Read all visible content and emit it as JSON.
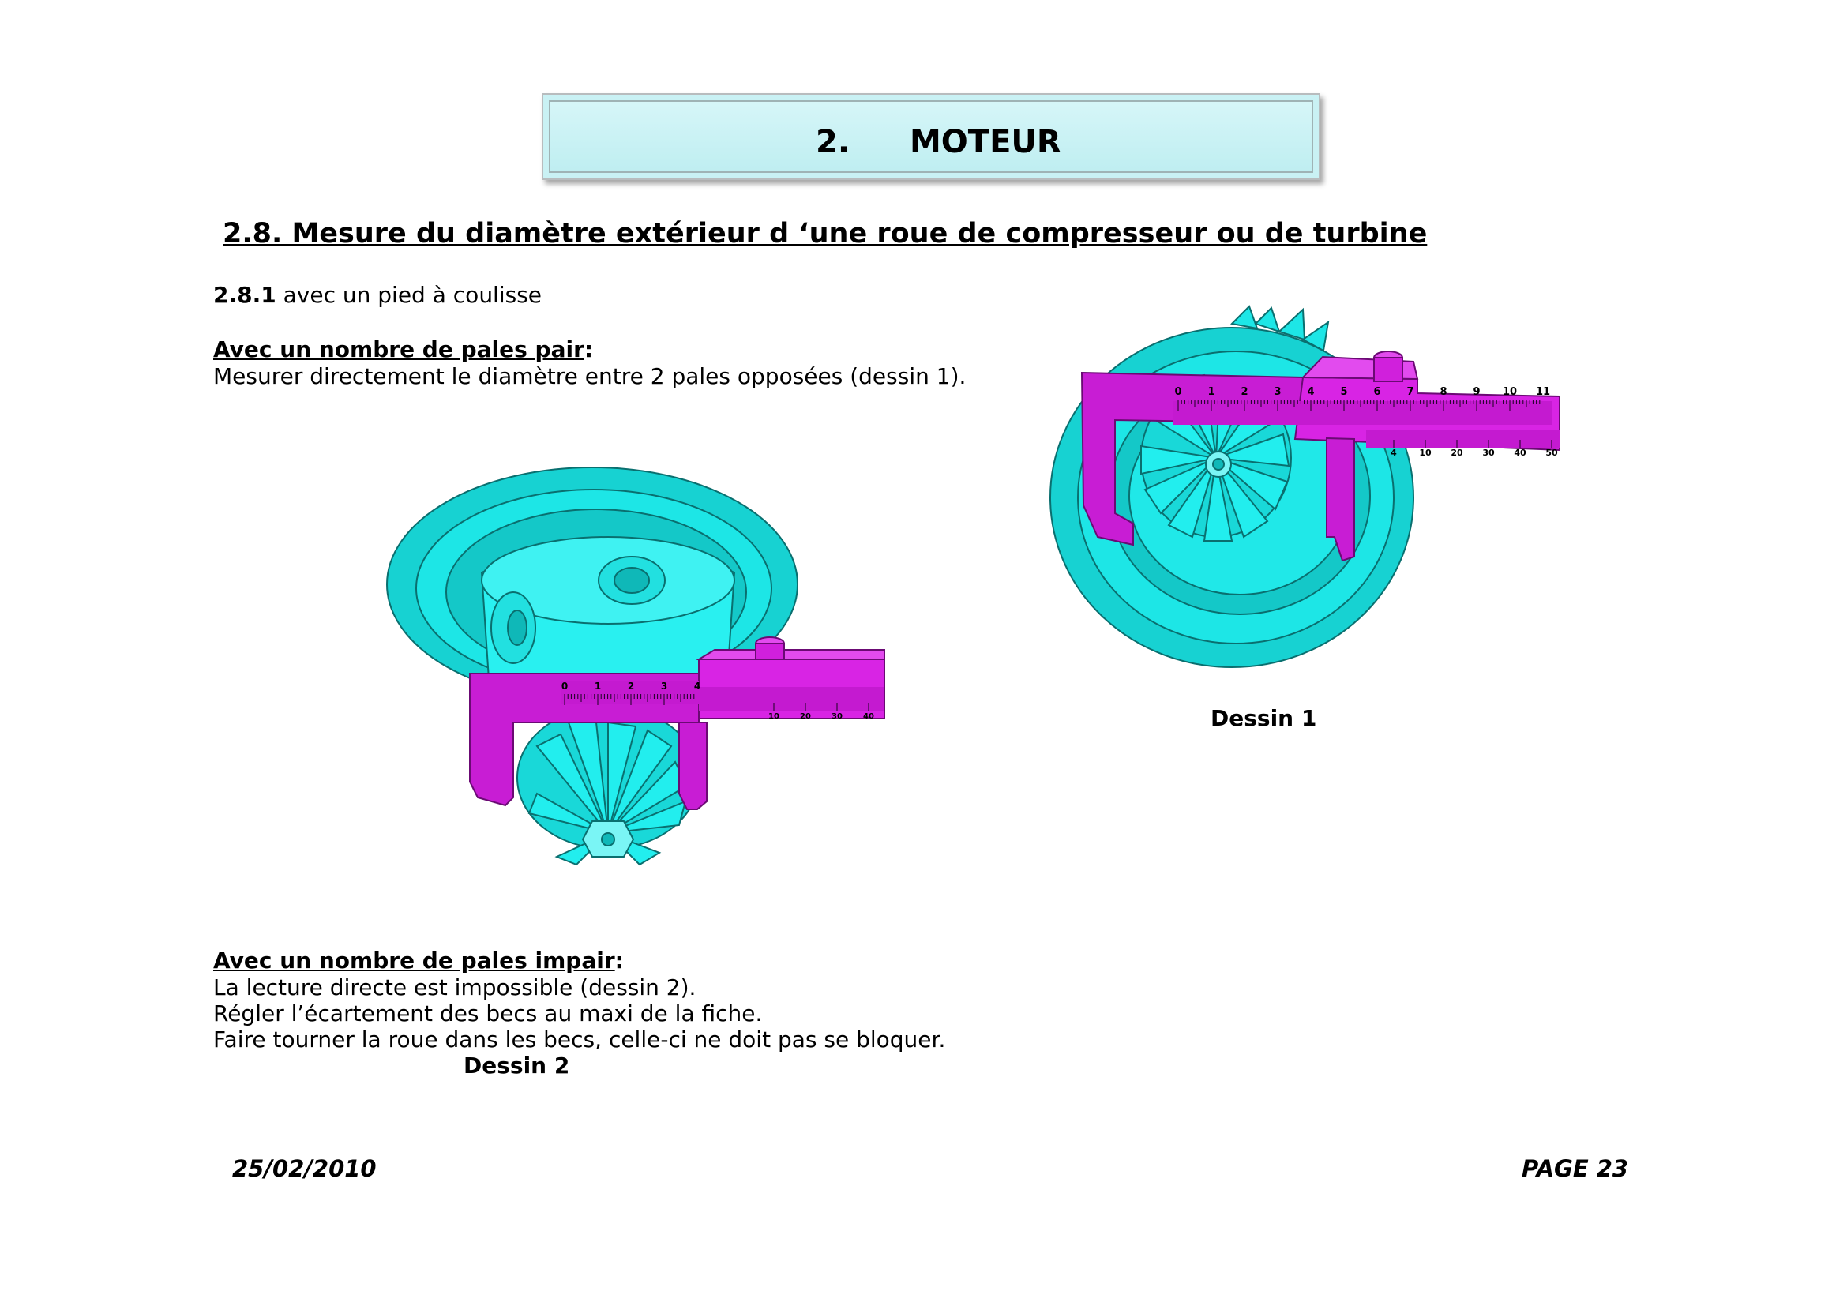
{
  "header": {
    "number": "2.",
    "title": "MOTEUR"
  },
  "section": {
    "heading": "2.8. Mesure du diamètre extérieur d ‘une roue de compresseur ou de turbine"
  },
  "subsection": {
    "number": "2.8.1",
    "text": " avec un pied à coulisse"
  },
  "even": {
    "heading": "Avec un nombre de pales pair",
    "colon": ":",
    "line1": "Mesurer directement le diamètre entre 2 pales opposées (dessin 1)."
  },
  "odd": {
    "heading": "Avec un nombre de pales impair",
    "colon": ":",
    "line1": "La lecture directe est impossible (dessin 2).",
    "line2": "Régler l’écartement des becs au maxi de la fiche.",
    "line3": "Faire tourner la roue dans les becs, celle-ci ne doit pas se bloquer."
  },
  "captions": {
    "drawing1": "Dessin 1",
    "drawing2": "Dessin 2"
  },
  "scale1": {
    "main": [
      "0",
      "1",
      "2",
      "3",
      "4",
      "5",
      "6",
      "7",
      "8",
      "9",
      "10",
      "11"
    ],
    "vernier": [
      "4",
      "10",
      "20",
      "30",
      "40",
      "50"
    ]
  },
  "scale2": {
    "main": [
      "0",
      "1",
      "2",
      "3",
      "4"
    ],
    "vernier": [
      "10",
      "20",
      "30",
      "40"
    ]
  },
  "footer": {
    "date": "25/02/2010",
    "page": "PAGE 23"
  },
  "colors": {
    "part": "#1de6e6",
    "part_dark": "#0fb8b8",
    "caliper": "#cc1fd8"
  }
}
